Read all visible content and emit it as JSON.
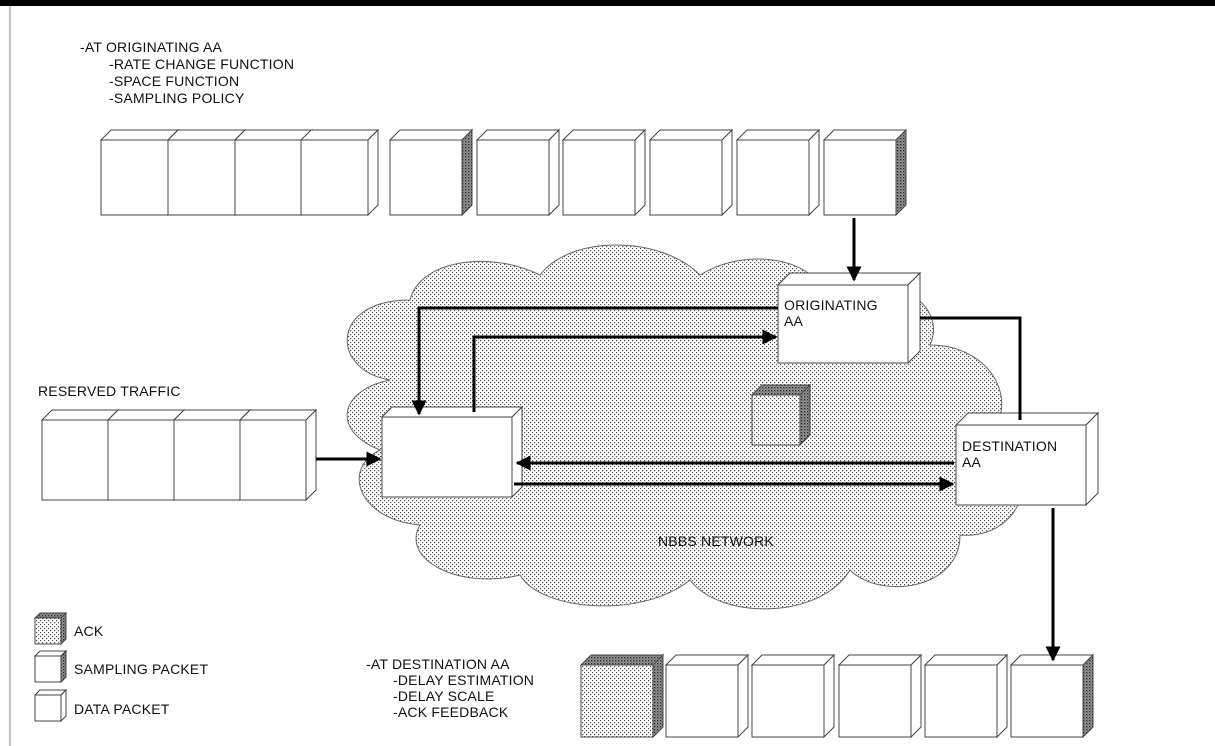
{
  "originating_notes": {
    "heading": "-AT ORIGINATING AA",
    "items": [
      "-RATE CHANGE FUNCTION",
      "-SPACE FUNCTION",
      "-SAMPLING POLICY"
    ]
  },
  "reserved_traffic_label": "RESERVED TRAFFIC",
  "originating_node_label": [
    "ORIGINATING",
    "AA"
  ],
  "destination_node_label": [
    "DESTINATION",
    "AA"
  ],
  "network_label": "NBBS NETWORK",
  "destination_notes": {
    "heading": "-AT DESTINATION AA",
    "items": [
      "-DELAY ESTIMATION",
      "-DELAY SCALE",
      "-ACK FEEDBACK"
    ]
  },
  "legend": {
    "ack": "ACK",
    "sampling": "SAMPLING PACKET",
    "data": "DATA PACKET"
  }
}
